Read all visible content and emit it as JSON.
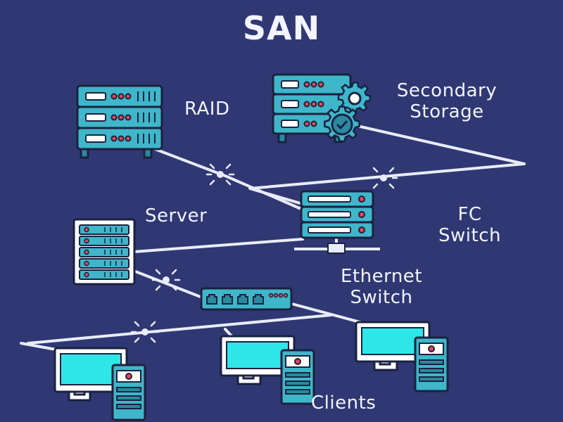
{
  "title": "SAN",
  "labels": {
    "raid": "RAID",
    "secondary_storage": [
      "Secondary",
      "Storage"
    ],
    "server": "Server",
    "fc_switch": [
      "FC",
      "Switch"
    ],
    "ethernet_switch": [
      "Ethernet",
      "Switch"
    ],
    "clients": "Clients"
  },
  "colors": {
    "background": "#2f3873",
    "teal": "#3fb6c9",
    "teal_dark": "#2a8aa0",
    "red": "#e8454f",
    "outline": "#1b2140",
    "link": "#e9ecf7",
    "screen": "#2ee6e8"
  },
  "icons": [
    "raid-server-icon",
    "secondary-storage-icon",
    "gear-icon",
    "check-gear-icon",
    "server-rack-icon",
    "fc-switch-icon",
    "ethernet-switch-icon",
    "client-computer-icon"
  ]
}
